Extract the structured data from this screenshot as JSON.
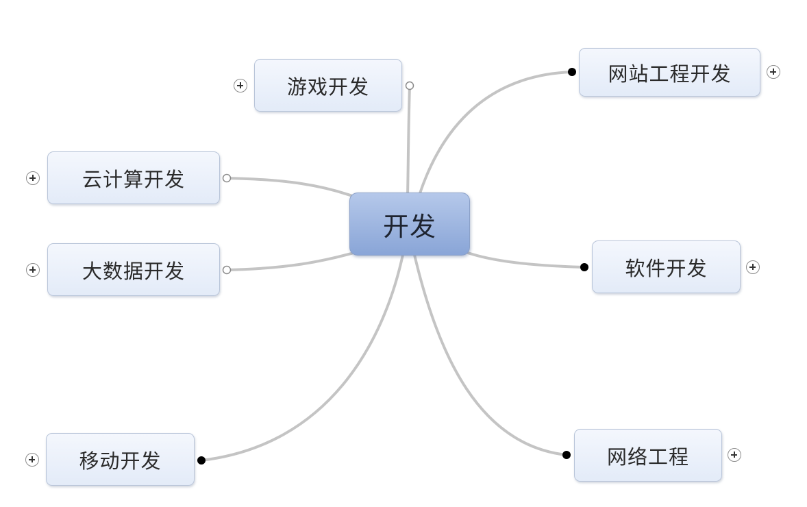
{
  "mindmap": {
    "root": {
      "label": "开发"
    },
    "branches": [
      {
        "id": "game",
        "label": "游戏开发",
        "connector": "open"
      },
      {
        "id": "cloud",
        "label": "云计算开发",
        "connector": "open"
      },
      {
        "id": "bigdata",
        "label": "大数据开发",
        "connector": "open"
      },
      {
        "id": "mobile",
        "label": "移动开发",
        "connector": "filled"
      },
      {
        "id": "web",
        "label": "网站工程开发",
        "connector": "filled"
      },
      {
        "id": "software",
        "label": "软件开发",
        "connector": "filled"
      },
      {
        "id": "network",
        "label": "网络工程",
        "connector": "filled"
      }
    ],
    "expand_icon": "plus-circle-icon"
  },
  "colors": {
    "root_fill": "#98b1de",
    "node_fill": "#e9eff9",
    "node_border": "#b9c5d9",
    "link": "#c4c4c4",
    "connector_filled": "#000000",
    "connector_open": "#ffffff"
  }
}
